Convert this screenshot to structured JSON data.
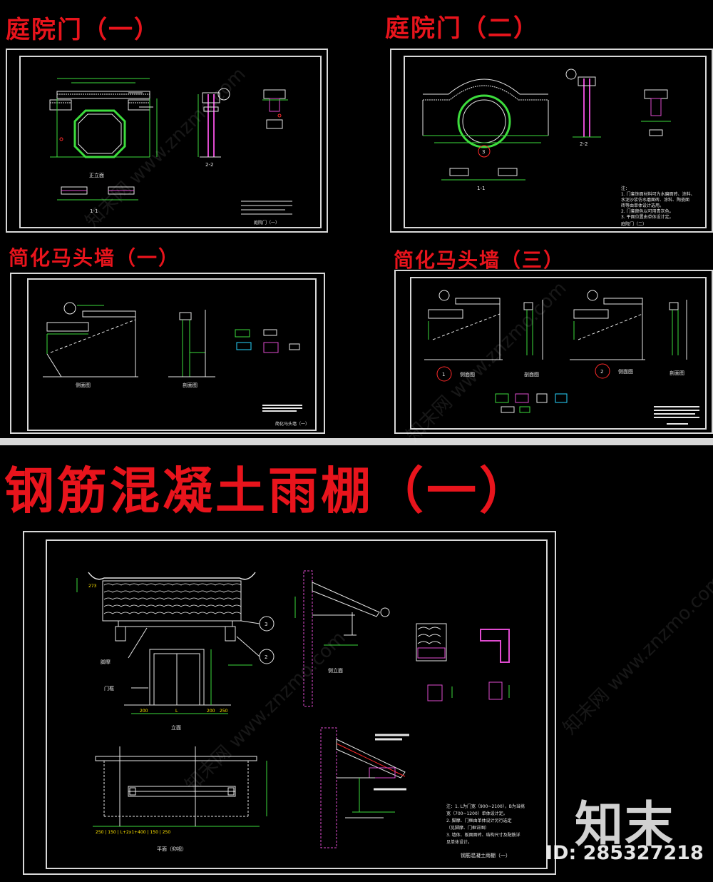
{
  "titles": {
    "gate1": "庭院门（一）",
    "gate2": "庭院门（二）",
    "wall1": "简化马头墙（一）",
    "wall3": "简化马头墙（三）",
    "canopy": "钢筋混凝土雨棚（一）"
  },
  "gate1": {
    "elevation_label": "正立面",
    "section_label": "2-2",
    "plan_label": "1-1",
    "title_block": "庭院门（一）"
  },
  "gate2": {
    "section_label": "2-2",
    "plan_label": "1-1",
    "circle_num": "3",
    "title_block": "庭院门（二）",
    "notes": [
      "注：",
      "1. 门套饰面材料可为水磨面砖、涂料、",
      "水泥沙浆仿水磨面砖、涂料、陶瓷面",
      "砖等由单体设计选用。",
      "2. 门套颜色以可用青灰色。",
      "3. 平面位置由单体设计定。"
    ]
  },
  "wall1": {
    "elevation_label": "侧面图",
    "section_label": "剖面图",
    "title_block": "简化马头墙（一）"
  },
  "wall3": {
    "elev1_label": "侧面图",
    "sect1_label": "剖面图",
    "elev2_label": "侧面图",
    "sect2_label": "剖面图",
    "circle1": "1",
    "circle2": "2"
  },
  "canopy": {
    "elevation_label": "立面",
    "side_label": "侧立面",
    "plan_label": "平面（仰视）",
    "label_jiao": "脚摩",
    "label_door": "门框",
    "dim_200a": "200",
    "dim_L": "L",
    "dim_200b": "200",
    "dim_250": "250",
    "dim_273": "273",
    "plan_dims": "250 | 150 | L+2x1+400 | 150 | 250",
    "circle_a": "3",
    "circle_b": "2",
    "title_block": "钢筋混凝土雨棚（一）",
    "notes": [
      "注：1. L为门宽（900~2100），B为当挑",
      "宽（700~1200）单体设计定。",
      "2. 脚摩、门框由单体设计另行选定",
      "（见脚摩、门框详图）",
      "3. 墙体、板面面砖、结构尺寸及配筋详",
      "见单体设计。"
    ]
  },
  "watermark": {
    "text": "知末网 www.znzmo.com",
    "logo": "知末",
    "id": "ID: 285327218"
  },
  "colors": {
    "title_red": "#e8141c",
    "line_green": "#3ddc3d",
    "line_yellow": "#ffe400",
    "line_cyan": "#27d6ff",
    "line_white": "#e6e6e6",
    "line_red": "#ff2a2a",
    "hatch_magenta": "#e04bd0"
  }
}
